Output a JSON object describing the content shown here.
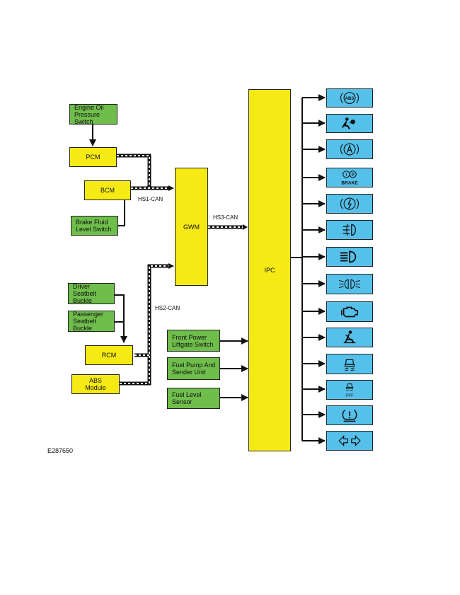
{
  "modules": {
    "engine_oil": "Engine Oil\nPressure Switch",
    "pcm": "PCM",
    "bcm": "BCM",
    "brake_fluid": "Brake Fluid\nLevel Switch",
    "gwm": "GWM",
    "ipc": "IPC",
    "driver_seatbelt": "Driver Seatbelt\nBuckle",
    "passenger_seatbelt": "Passenger\nSeatbelt Buckle",
    "rcm": "RCM",
    "abs_module": "ABS\nModule",
    "front_power_liftgate": "Front Power\nLiftgate Switch",
    "fuel_pump": "Fuel Pump And\nSender Unit",
    "fuel_level": "Fuel Level\nSensor"
  },
  "buses": {
    "hs1": "HS1-CAN",
    "hs2": "HS2-CAN",
    "hs3": "HS3-CAN"
  },
  "indicators": {
    "abs": "ABS",
    "brake": "BRAKE",
    "off": "OFF"
  },
  "reference": "E287650",
  "colors": {
    "module_yellow": "#f5ea14",
    "input_green": "#6fbd4b",
    "indicator_blue": "#55c0ea"
  }
}
